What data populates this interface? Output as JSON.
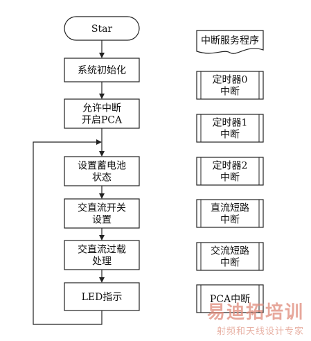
{
  "main_flow": [
    {
      "id": "start",
      "lines": [
        "Star"
      ]
    },
    {
      "id": "init",
      "lines": [
        "系统初始化"
      ]
    },
    {
      "id": "enable",
      "lines": [
        "允许中断",
        "开启PCA"
      ]
    },
    {
      "id": "battery",
      "lines": [
        "设置蓄电池",
        "状态"
      ]
    },
    {
      "id": "acdc-switch",
      "lines": [
        "交直流开关",
        "设置"
      ]
    },
    {
      "id": "acdc-overload",
      "lines": [
        "交直流过载",
        "处理"
      ]
    },
    {
      "id": "led",
      "lines": [
        "LED指示"
      ]
    }
  ],
  "isr_title": "中断服务程序",
  "isr_items": [
    {
      "id": "timer0",
      "lines": [
        "定时器0",
        "中断"
      ]
    },
    {
      "id": "timer1",
      "lines": [
        "定时器1",
        "中断"
      ]
    },
    {
      "id": "timer2",
      "lines": [
        "定时器2",
        "中断"
      ]
    },
    {
      "id": "dc-short",
      "lines": [
        "直流短路",
        "中断"
      ]
    },
    {
      "id": "ac-short",
      "lines": [
        "交流短路",
        "中断"
      ]
    },
    {
      "id": "pca",
      "lines": [
        "PCA中断"
      ]
    }
  ],
  "watermark": {
    "main": "易迪拓培训",
    "sub": "射频和天线设计专家"
  }
}
